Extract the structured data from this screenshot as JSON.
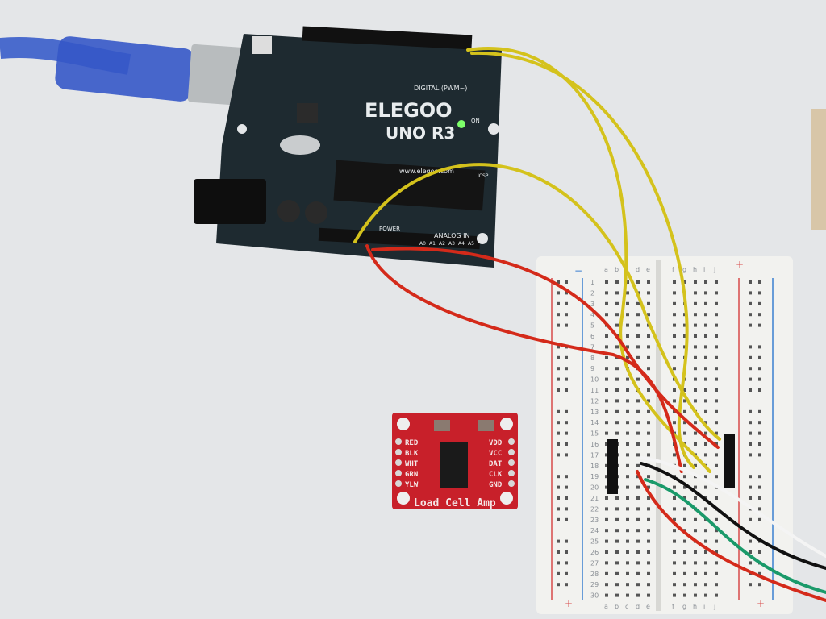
{
  "arduino": {
    "brand": "ELEGOO",
    "model": "UNO R3",
    "website": "www.elegoo.com",
    "digital_label": "DIGITAL (PWM~)",
    "analog_label": "ANALOG IN",
    "power_label": "POWER",
    "on_label": "ON",
    "icsp_label": "ICSP",
    "analog_pins": [
      "A0",
      "A1",
      "A2",
      "A3",
      "A4",
      "A5"
    ],
    "board_color": "#1e2a30",
    "led_color": "#7dff6a"
  },
  "load_cell_amp": {
    "title": "Load Cell Amp",
    "left_pins": [
      "RED",
      "BLK",
      "WHT",
      "GRN",
      "YLW"
    ],
    "right_pins": [
      "VDD",
      "VCC",
      "DAT",
      "CLK",
      "GND"
    ],
    "board_color": "#c8202a"
  },
  "breadboard": {
    "left_columns": [
      "a",
      "b",
      "c",
      "d",
      "e"
    ],
    "right_columns": [
      "f",
      "g",
      "h",
      "i",
      "j"
    ],
    "rows": [
      "1",
      "2",
      "3",
      "4",
      "5",
      "6",
      "7",
      "8",
      "9",
      "10",
      "11",
      "12",
      "13",
      "14",
      "15",
      "16",
      "17",
      "18",
      "19",
      "20",
      "21",
      "22",
      "23",
      "24",
      "25",
      "26",
      "27",
      "28",
      "29",
      "30"
    ],
    "plus": "+",
    "minus": "−",
    "rail_red": "#d84a4a",
    "rail_blue": "#3a7fd0"
  },
  "wires": {
    "yellow": "#d4c21c",
    "red": "#d42a1a",
    "white": "#f4f4f4",
    "black": "#111111",
    "green": "#1a9a6a"
  },
  "usb_cable_color": "#2f55c8"
}
